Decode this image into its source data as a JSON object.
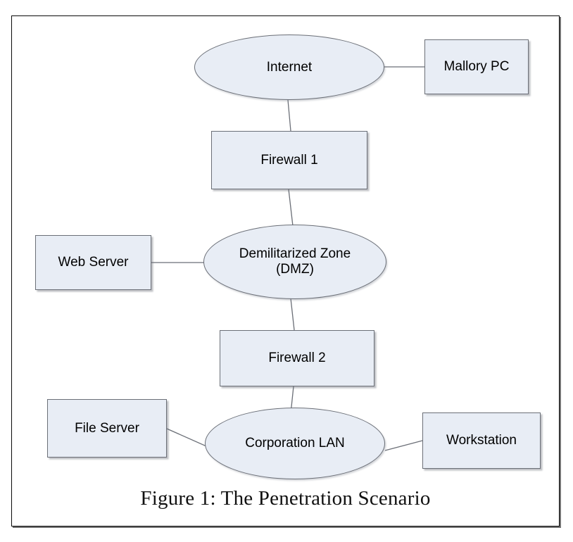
{
  "figure": {
    "caption": "Figure 1: The Penetration Scenario",
    "border_color": "#0a0a0a",
    "background_color": "#ffffff"
  },
  "style": {
    "node_fill": "#e8edf5",
    "node_stroke": "#6b6f77",
    "edge_stroke": "#6b6f77",
    "text_color": "#000000"
  },
  "diagram": {
    "type": "network-topology",
    "nodes": [
      {
        "id": "internet",
        "label": "Internet",
        "shape": "ellipse"
      },
      {
        "id": "mallory-pc",
        "label": "Mallory PC",
        "shape": "rectangle"
      },
      {
        "id": "firewall-1",
        "label": "Firewall 1",
        "shape": "rectangle"
      },
      {
        "id": "dmz",
        "label": "Demilitarized Zone\n(DMZ)",
        "shape": "ellipse"
      },
      {
        "id": "web-server",
        "label": "Web Server",
        "shape": "rectangle"
      },
      {
        "id": "firewall-2",
        "label": "Firewall 2",
        "shape": "rectangle"
      },
      {
        "id": "corporation-lan",
        "label": "Corporation LAN",
        "shape": "ellipse"
      },
      {
        "id": "file-server",
        "label": "File Server",
        "shape": "rectangle"
      },
      {
        "id": "workstation",
        "label": "Workstation",
        "shape": "rectangle"
      }
    ],
    "edges": [
      {
        "from": "internet",
        "to": "mallory-pc"
      },
      {
        "from": "internet",
        "to": "firewall-1"
      },
      {
        "from": "firewall-1",
        "to": "dmz"
      },
      {
        "from": "web-server",
        "to": "dmz"
      },
      {
        "from": "dmz",
        "to": "firewall-2"
      },
      {
        "from": "firewall-2",
        "to": "corporation-lan"
      },
      {
        "from": "file-server",
        "to": "corporation-lan"
      },
      {
        "from": "corporation-lan",
        "to": "workstation"
      }
    ]
  }
}
